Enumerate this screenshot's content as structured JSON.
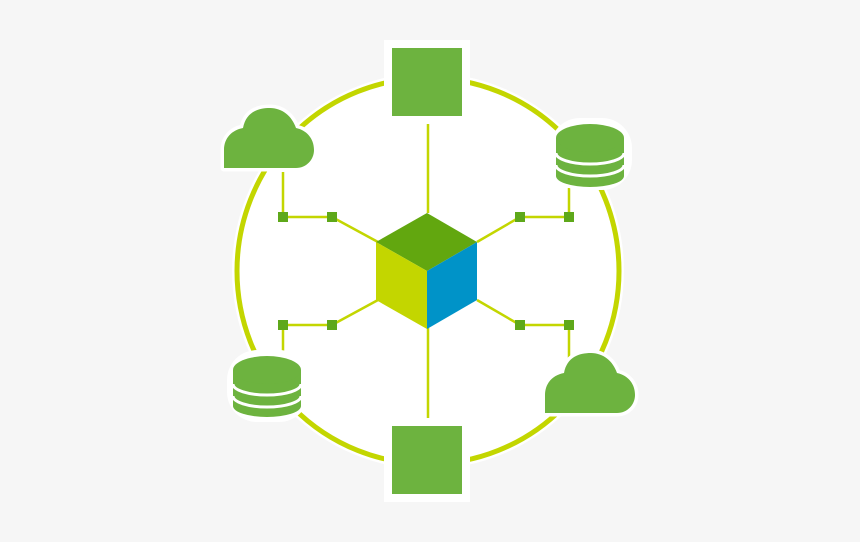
{
  "diagram": {
    "colors": {
      "background": "#f6f6f6",
      "ring": "#c3d600",
      "node_green": "#6db33f",
      "connector": "#c3d600",
      "junction": "#5ea81a",
      "cube_top": "#62a70f",
      "cube_left": "#c3d600",
      "cube_right": "#0093c8",
      "halo": "#ffffff"
    },
    "nodes": [
      {
        "id": "top",
        "icon": "square-block-icon"
      },
      {
        "id": "upper-right",
        "icon": "database-icon"
      },
      {
        "id": "lower-right",
        "icon": "cloud-icon"
      },
      {
        "id": "bottom",
        "icon": "square-block-icon"
      },
      {
        "id": "lower-left",
        "icon": "database-icon"
      },
      {
        "id": "upper-left",
        "icon": "cloud-icon"
      }
    ],
    "hub": {
      "icon": "cube-icon"
    }
  }
}
